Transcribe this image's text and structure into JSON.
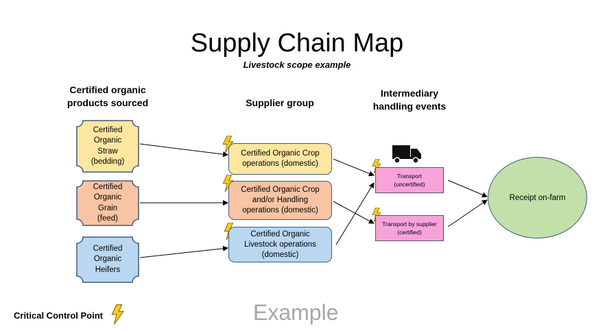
{
  "title": "Supply Chain Map",
  "subtitle": "Livestock scope example",
  "columns": {
    "products": "Certified organic products sourced",
    "suppliers": "Supplier group",
    "handling": "Intermediary handling events"
  },
  "products": [
    {
      "label": "Certified Organic Straw (bedding)",
      "color": "#fde7a0"
    },
    {
      "label": "Certified Organic Grain (feed)",
      "color": "#f8c4a4"
    },
    {
      "label": "Certified Organic Heifers",
      "color": "#b9d7f0"
    }
  ],
  "suppliers": [
    {
      "label": "Certified Organic Crop operations (domestic)",
      "color": "#fde7a0"
    },
    {
      "label": "Certified Organic Crop and/or Handling operations (domestic)",
      "color": "#f8c4a4"
    },
    {
      "label": "Certified Organic Livestock operations (domestic)",
      "color": "#b9d7f0"
    }
  ],
  "handling": [
    {
      "label": "Transport (uncertified)",
      "color": "#f7a3da"
    },
    {
      "label": "Transport by supplier (certified)",
      "color": "#f7a3da"
    }
  ],
  "receipt": {
    "label": "Receipt on-farm",
    "color": "#c2e0a9"
  },
  "legend": {
    "label": "Critical Control Point",
    "icon": "lightning-bolt-icon"
  },
  "watermark": "Example",
  "icons": {
    "truck": "truck-icon",
    "ccp": "lightning-bolt-icon"
  }
}
